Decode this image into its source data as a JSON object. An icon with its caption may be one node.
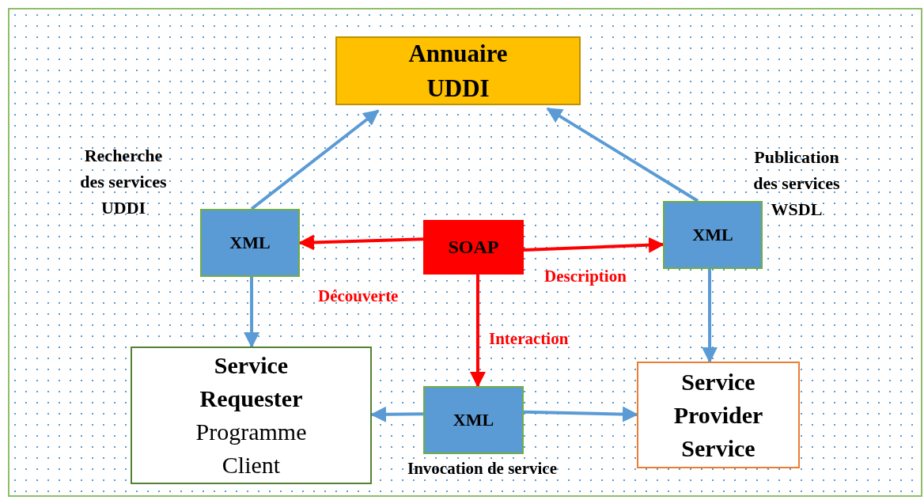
{
  "diagram": {
    "nodes": [
      {
        "text": [
          "Annuaire UDDI"
        ]
      },
      {
        "text": [
          "XML"
        ]
      },
      {
        "text": [
          "SOAP"
        ]
      },
      {
        "text": [
          "XML"
        ]
      },
      {
        "text": [
          "Service Requester",
          "Programme Client"
        ]
      },
      {
        "text": [
          "XML"
        ],
        "beside": [
          "Invocation de service"
        ]
      },
      {
        "text": [
          "Service Provider Service"
        ]
      }
    ],
    "edges": [
      {
        "from": 1,
        "to": 0,
        "arrow": "to"
      },
      {
        "from": 3,
        "to": 0,
        "arrow": "to"
      },
      {
        "from": 2,
        "to": 1,
        "arrow": "to",
        "label": "Découverte",
        "color": "#ff0000"
      },
      {
        "from": 2,
        "to": 3,
        "arrow": "to",
        "label": "Description",
        "color": "#ff0000"
      },
      {
        "from": 2,
        "to": 5,
        "arrow": "to",
        "label": "Interaction",
        "color": "#ff0000"
      },
      {
        "from": 1,
        "to": 4,
        "arrow": "to"
      },
      {
        "from": 3,
        "to": 6,
        "arrow": "to"
      },
      {
        "from": 5,
        "to": 4,
        "arrow": "to"
      },
      {
        "from": 5,
        "to": 6,
        "arrow": "to"
      }
    ],
    "labels": [
      "Recherche des services UDDI",
      "Publication des services WSDL"
    ]
  }
}
